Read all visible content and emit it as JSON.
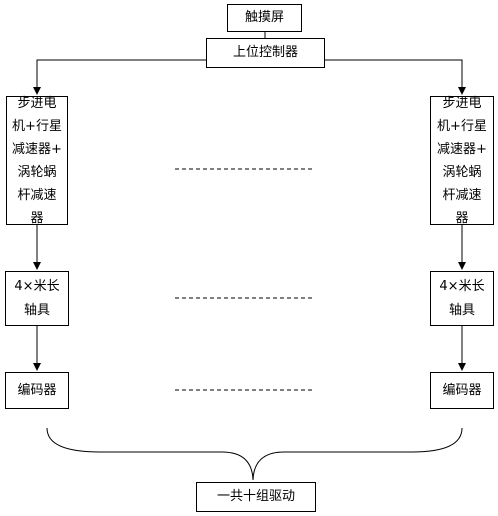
{
  "nodes": {
    "touchscreen": "触摸屏",
    "controller": "上位控制器",
    "left_motor_lines": [
      "步进电",
      "机+行星",
      "减速器+",
      "涡轮蜗",
      "杆减速",
      "器"
    ],
    "right_motor_lines": [
      "步进电",
      "机+行星",
      "减速器+",
      "涡轮蜗",
      "杆减速",
      "器"
    ],
    "left_axle_lines": [
      "4×米长",
      "轴具"
    ],
    "right_axle_lines": [
      "4×米长",
      "轴具"
    ],
    "left_encoder": "编码器",
    "right_encoder": "编码器",
    "total": "一共十组驱动"
  }
}
